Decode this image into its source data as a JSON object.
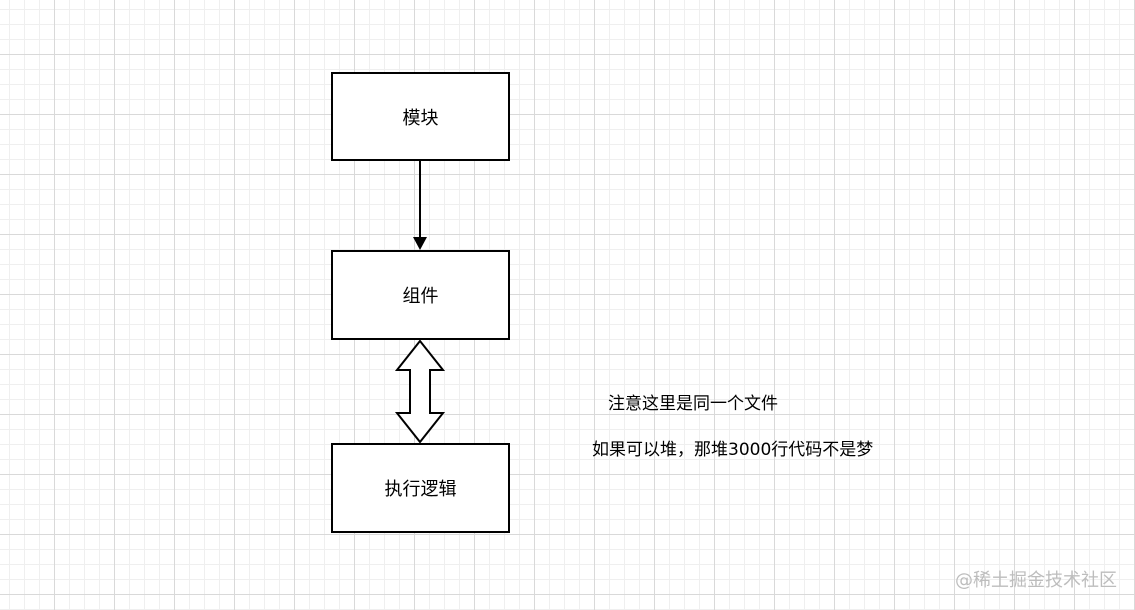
{
  "diagram": {
    "nodes": [
      {
        "id": "module",
        "label": "模块"
      },
      {
        "id": "component",
        "label": "组件"
      },
      {
        "id": "logic",
        "label": "执行逻辑"
      }
    ],
    "edges": [
      {
        "from": "module",
        "to": "component",
        "style": "single-arrow"
      },
      {
        "from": "component",
        "to": "logic",
        "style": "double-arrow-hollow"
      }
    ],
    "notes": [
      "注意这里是同一个文件",
      "如果可以堆，那堆3000行代码不是梦"
    ]
  },
  "watermark": {
    "text": "@稀土掘金技术社区"
  },
  "colors": {
    "grid_major": "#d9d9d9",
    "grid_minor": "#efefef",
    "stroke": "#000000",
    "watermark": "#bdbdbd"
  }
}
